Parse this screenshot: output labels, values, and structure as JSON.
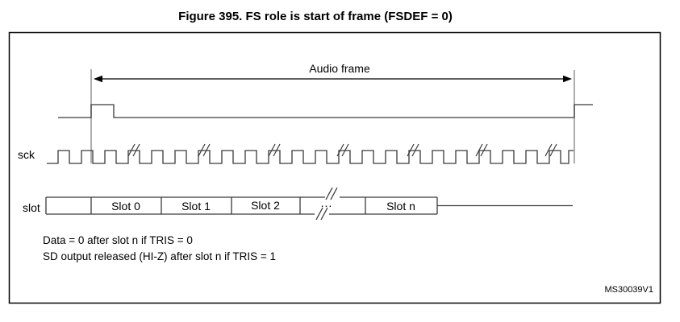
{
  "figure": {
    "title": "Figure 395. FS role is start of frame (FSDEF = 0)",
    "watermark": "MS30039V1"
  },
  "labels": {
    "audio_frame": "Audio frame",
    "sck": "sck",
    "slot": "slot",
    "ellipsis": "..."
  },
  "slots": [
    "Slot 0",
    "Slot 1",
    "Slot 2",
    "Slot n"
  ],
  "notes": [
    "Data = 0 after slot n if TRIS = 0",
    "SD output released (HI-Z) after slot n if TRIS = 1"
  ],
  "colors": {
    "ink": "#000000",
    "waveform": "#3a3a3a",
    "frame_marker": "#8a8a8a",
    "background": "#ffffff"
  }
}
